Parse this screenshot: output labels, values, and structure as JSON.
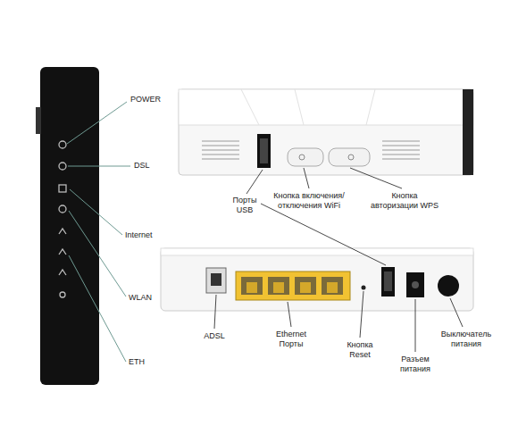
{
  "diagram": {
    "labels": [
      "POWER",
      "DSL",
      "Internet",
      "WLAN",
      "ETH",
      "Порты USB",
      "Кнопка включения/ отключения WiFi",
      "Кнопка авторизации WPS",
      "ADSL",
      "Ethernet Порты",
      "Кнопка Reset",
      "Разъем питания",
      "Выключатель питания"
    ]
  }
}
